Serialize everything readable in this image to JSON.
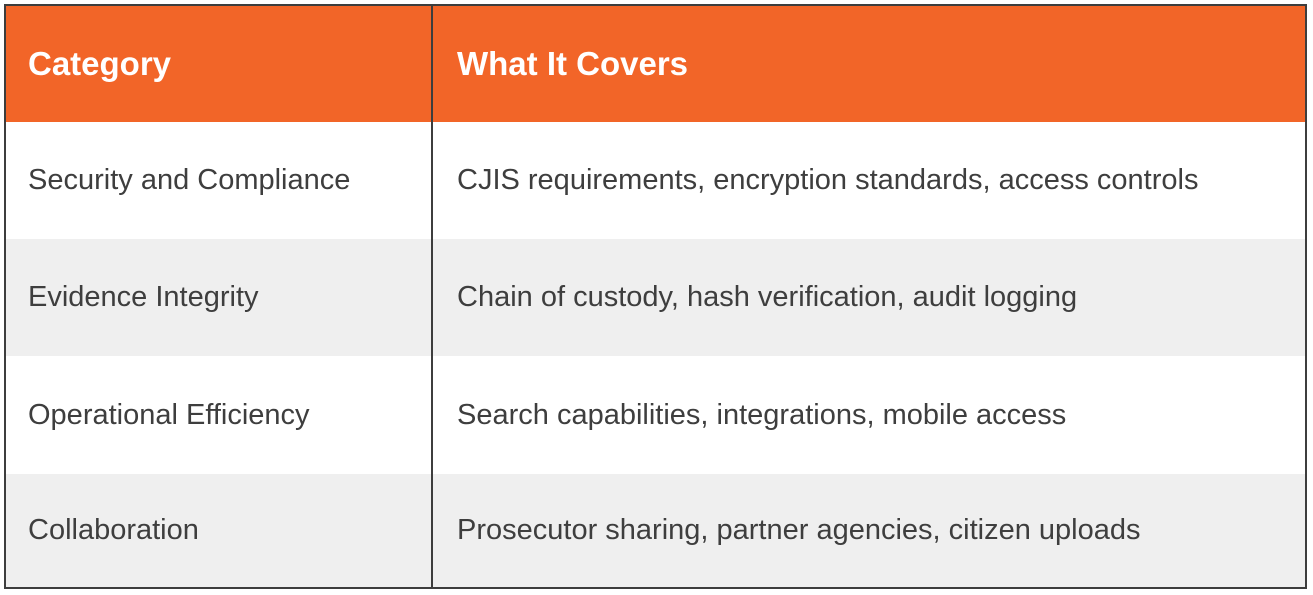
{
  "table": {
    "headers": [
      "Category",
      "What It Covers"
    ],
    "rows": [
      {
        "category": "Security and Compliance",
        "covers": "CJIS requirements, encryption standards, access controls"
      },
      {
        "category": "Evidence Integrity",
        "covers": "Chain of custody, hash verification, audit logging"
      },
      {
        "category": "Operational Efficiency",
        "covers": "Search capabilities, integrations, mobile access"
      },
      {
        "category": "Collaboration",
        "covers": "Prosecutor sharing, partner agencies, citizen uploads"
      }
    ]
  },
  "colors": {
    "header_bg": "#f26528",
    "header_text": "#ffffff",
    "row_alt_bg": "#efefef",
    "body_text": "#3e3e3e",
    "border": "#3d3d3d"
  }
}
